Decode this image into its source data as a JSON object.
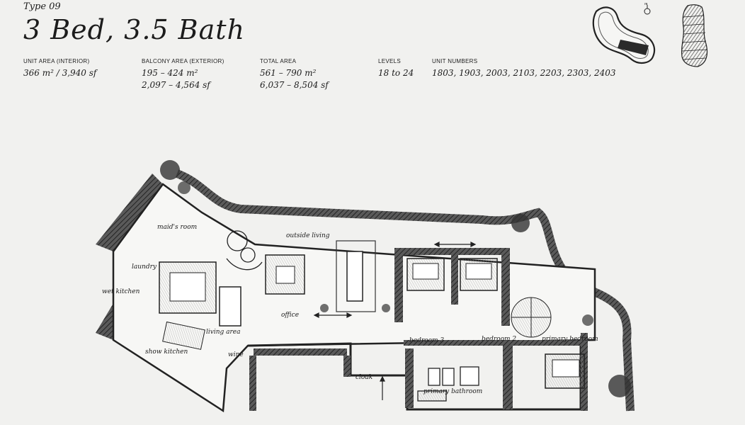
{
  "header": {
    "type": "Type 09",
    "title": "3 Bed, 3.5 Bath"
  },
  "specs": [
    {
      "label": "UNIT AREA (INTERIOR)",
      "lines": [
        "366 m² / 3,940 sf"
      ]
    },
    {
      "label": "BALCONY AREA (EXTERIOR)",
      "lines": [
        "195 – 424 m²",
        "2,097 – 4,564 sf"
      ]
    },
    {
      "label": "TOTAL AREA",
      "lines": [
        "561 – 790 m²",
        "6,037 – 8,504 sf"
      ]
    },
    {
      "label": "LEVELS",
      "lines": [
        "18 to 24"
      ]
    },
    {
      "label": "UNIT NUMBERS",
      "lines": [
        "1803, 1903, 2003, 2103, 2203, 2303, 2403"
      ]
    }
  ],
  "compass": {
    "label": "N"
  },
  "rooms": {
    "maids_room": "maid's room",
    "laundry": "laundry",
    "wet_kitchen": "wet kitchen",
    "show_kitchen": "show kitchen",
    "living_area": "living area",
    "wine": "wine",
    "outside_living": "outside living",
    "office": "office",
    "cloak": "cloak",
    "bedroom3": "bedroom 3",
    "bedroom2": "bedroom 2",
    "primary_bedroom": "primary bedroom",
    "primary_bathroom": "primary bathroom"
  }
}
